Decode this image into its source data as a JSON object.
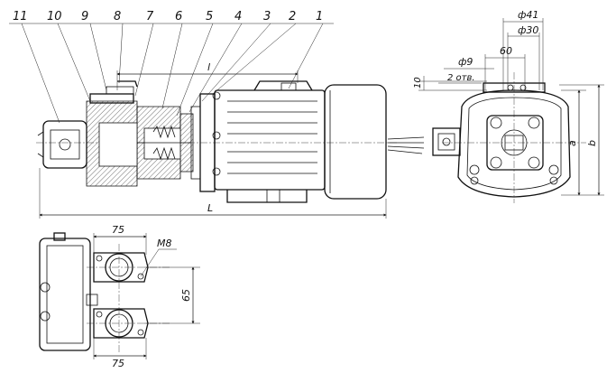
{
  "callouts": [
    "1",
    "2",
    "3",
    "4",
    "5",
    "6",
    "7",
    "8",
    "9",
    "10",
    "11"
  ],
  "dimensions": {
    "dia41": "ф41",
    "dia30": "ф30",
    "d60": "60",
    "dia9": "ф9",
    "holes": "2 отв.",
    "d10": "10",
    "a": "а",
    "b": "b",
    "l_small": "l",
    "L_big": "L",
    "d75_top": "75",
    "m8": "М8",
    "d65": "65",
    "d75_bottom": "75"
  }
}
